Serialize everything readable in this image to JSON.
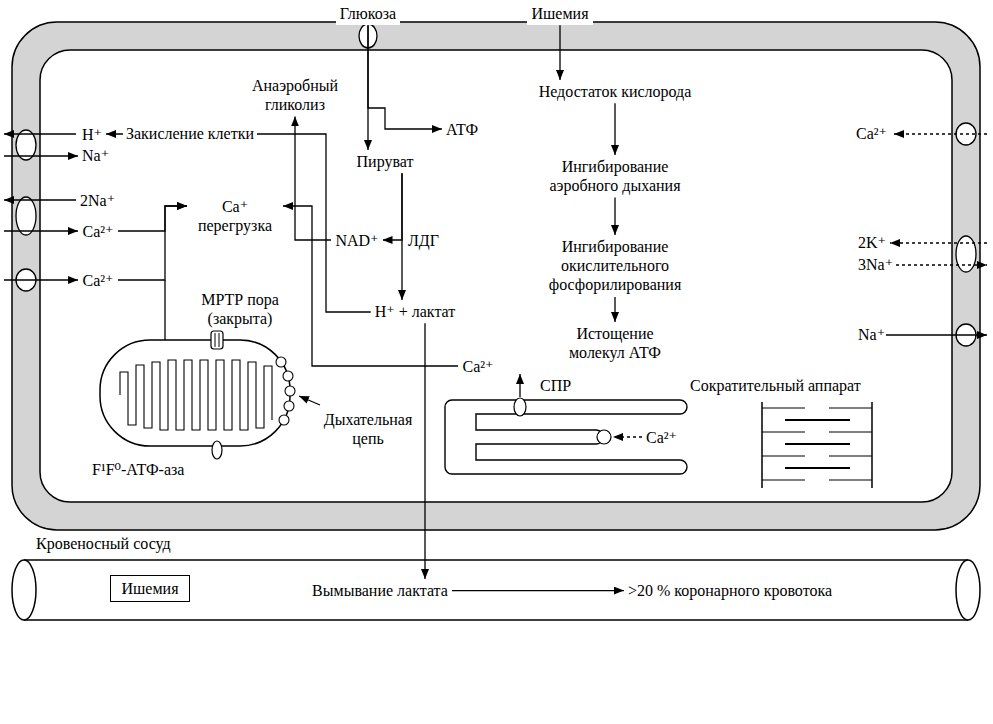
{
  "diagram": {
    "nodes": [
      {
        "text": [
          "Глюкоза"
        ]
      },
      {
        "text": [
          "Ишемия"
        ]
      },
      {
        "text": [
          "Анаэробный гликолиз"
        ]
      },
      {
        "text": [
          "АТФ"
        ]
      },
      {
        "text": [
          "Недостаток кислорода"
        ]
      },
      {
        "text": [
          "H⁺"
        ]
      },
      {
        "text": [
          "Пируват"
        ]
      },
      {
        "text": [
          "Ингибирование аэробного дыхания"
        ]
      },
      {
        "text": [
          "Ca⁺ перегрузка"
        ]
      },
      {
        "text": [
          "NAD⁺"
        ]
      },
      {
        "text": [
          "Ca²⁺"
        ]
      },
      {
        "text": [
          "Ингибирование окислительного фосфорилирования"
        ]
      },
      {
        "text": [
          "Ca²⁺"
        ]
      },
      {
        "text": [
          "H⁺ + лактат"
        ]
      },
      {
        "text": [
          "Истощение молекул АТФ"
        ]
      },
      {
        "text": [
          "Ca²⁺"
        ]
      },
      {
        "text": [
          "Кровеносный сосуд"
        ]
      },
      {
        "text": [
          "Ишемия"
        ],
        "in": 16
      },
      {
        "text": [
          "Вымывание лактата"
        ],
        "in": 16
      },
      {
        "text": [
          ">20 % коронарного кровотока"
        ],
        "in": 16
      }
    ],
    "edges": [
      {
        "from": 0,
        "to": 6,
        "arrow": "to"
      },
      {
        "from": 0,
        "to": 3,
        "arrow": "to"
      },
      {
        "from": 6,
        "to": 13,
        "arrow": "to"
      },
      {
        "from": 6,
        "to": 9,
        "arrow": "to"
      },
      {
        "from": 9,
        "to": 2,
        "arrow": "to"
      },
      {
        "from": 13,
        "to": 5,
        "label": "Закисление клетки",
        "arrow": "to"
      },
      {
        "from": 10,
        "to": 8,
        "arrow": "to"
      },
      {
        "from": 12,
        "to": 8,
        "arrow": "to"
      },
      {
        "from": 15,
        "to": 8,
        "arrow": "to"
      },
      {
        "from": 1,
        "to": 4,
        "arrow": "to"
      },
      {
        "from": 4,
        "to": 7,
        "arrow": "to"
      },
      {
        "from": 7,
        "to": 11,
        "arrow": "to"
      },
      {
        "from": 11,
        "to": 14,
        "arrow": "to"
      },
      {
        "from": 13,
        "to": 18,
        "arrow": "to"
      },
      {
        "from": 18,
        "to": 19,
        "arrow": "to"
      }
    ],
    "labels": [
      "Ca²⁺",
      "Na⁺",
      "2Na⁺",
      "ЛДГ",
      "2K⁺",
      "3Na⁺",
      "МРТР пора (закрыта)",
      "Na⁺",
      "СПР",
      "Сократительный аппарат",
      "Дыхательная цепь",
      "Ca²⁺",
      "F¹F⁰-АТФ-аза"
    ]
  }
}
